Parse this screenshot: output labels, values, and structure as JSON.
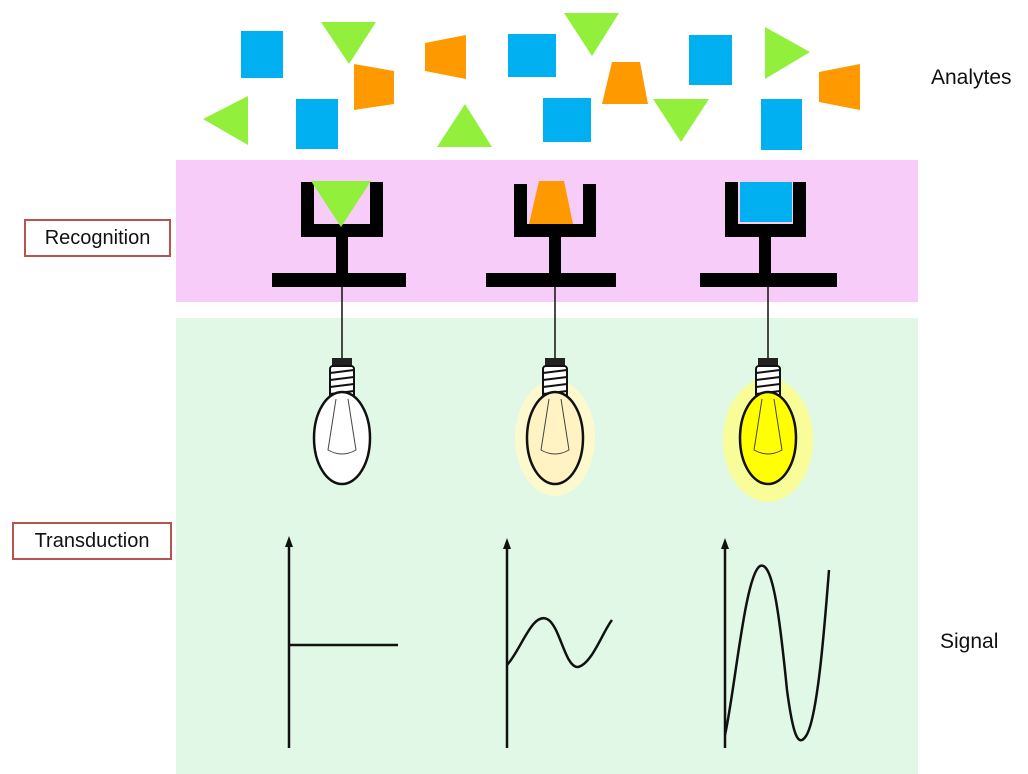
{
  "labels": {
    "analytes": "Analytes",
    "recognition": "Recognition",
    "transduction": "Transduction",
    "signal": "Signal"
  },
  "colors": {
    "cube": "#00b0f0",
    "trapezoid": "#ff9900",
    "triangle": "#92f03c",
    "recognition_band": "#f8ccf8",
    "transduction_band": "#e2f8e6",
    "bulb_dim": "#ffffff",
    "bulb_medium": "#fff3c4",
    "bulb_bright": "#ffff00",
    "bulb_glow": "#ffff80",
    "receptor": "#000000",
    "label_border": "#b85450"
  },
  "receptors": [
    {
      "bound_analyte": "triangle",
      "bulb_level": "off",
      "signal": "flat"
    },
    {
      "bound_analyte": "trapezoid",
      "bulb_level": "medium",
      "signal": "small-wave"
    },
    {
      "bound_analyte": "cube",
      "bulb_level": "bright",
      "signal": "large-wave"
    }
  ]
}
